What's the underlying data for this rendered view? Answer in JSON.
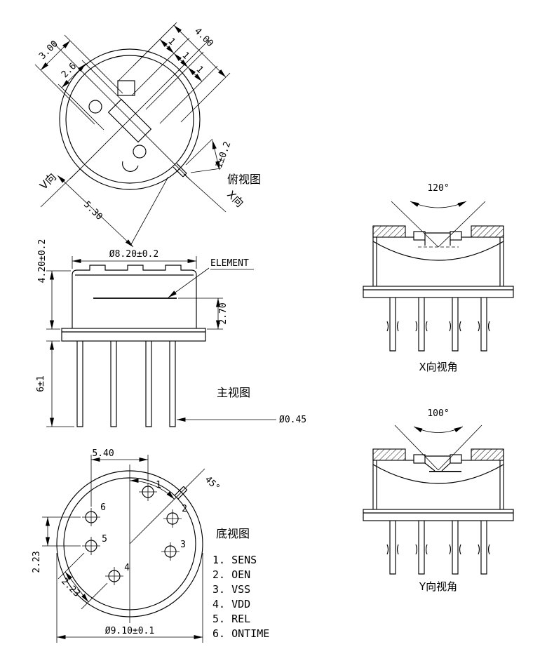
{
  "colors": {
    "background": "#ffffff",
    "line": "#000000"
  },
  "top_view": {
    "title": "俯视图",
    "dim_3_00": "3.00",
    "dim_2_6": "2.6",
    "dim_4_00": "4.00",
    "dim_1a": "1",
    "dim_1b": "1",
    "dim_1c": "1",
    "dim_1_tol": "1±0.2",
    "dim_5_30": "5.30",
    "label_v_dir": "V向",
    "label_x_dir": "X向"
  },
  "front_view": {
    "title": "主视图",
    "dim_body_dia": "Ø8.20±0.2",
    "dim_cap_height": "4.20±0.2",
    "dim_element_depth": "2.70",
    "dim_pin_length": "6±1",
    "dim_pin_dia": "Ø0.45",
    "element_label": "ELEMENT"
  },
  "bottom_view": {
    "title": "底视图",
    "dim_pin_span": "5.40",
    "dim_pitch_vertical": "2.23",
    "dim_pitch_diagonal": "2.23",
    "dim_key_angle": "45°",
    "dim_flange_dia": "Ø9.10±0.1",
    "pin_numbers": [
      "1",
      "2",
      "3",
      "4",
      "5",
      "6"
    ],
    "pin_functions": [
      "1. SENS",
      "2. OEN",
      "3. VSS",
      "4. VDD",
      "5. REL",
      "6. ONTIME"
    ]
  },
  "x_view": {
    "title": "X向视角",
    "fov_angle": "120°"
  },
  "y_view": {
    "title": "Y向视角",
    "fov_angle": "100°"
  }
}
